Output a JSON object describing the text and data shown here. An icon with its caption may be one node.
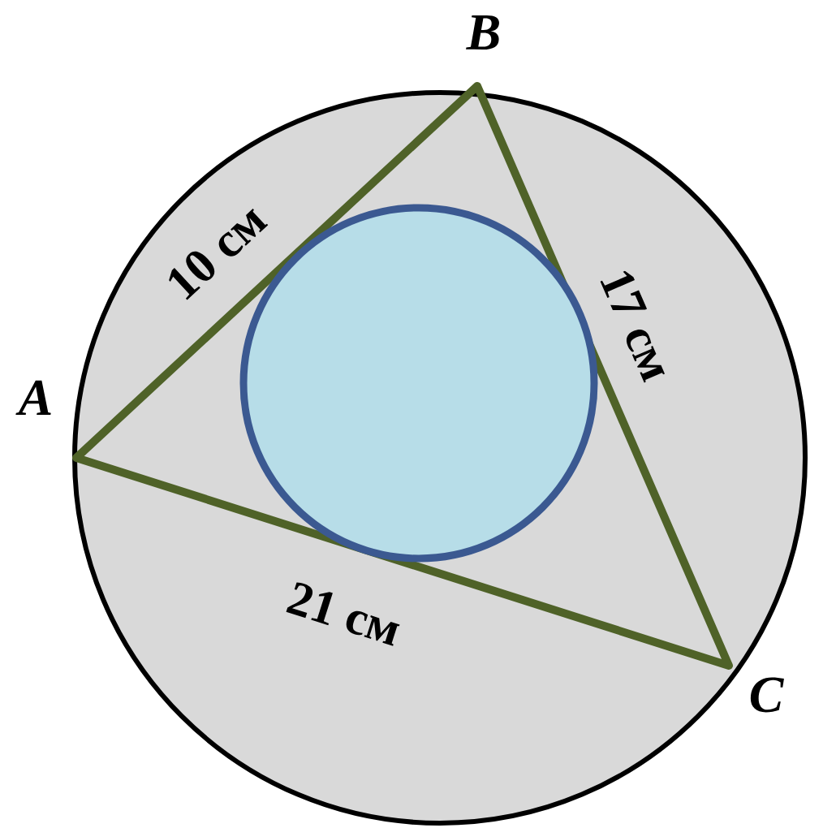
{
  "diagram": {
    "labels": [
      "B",
      "10 см",
      "17 см",
      "A",
      "21 см",
      "C"
    ]
  }
}
